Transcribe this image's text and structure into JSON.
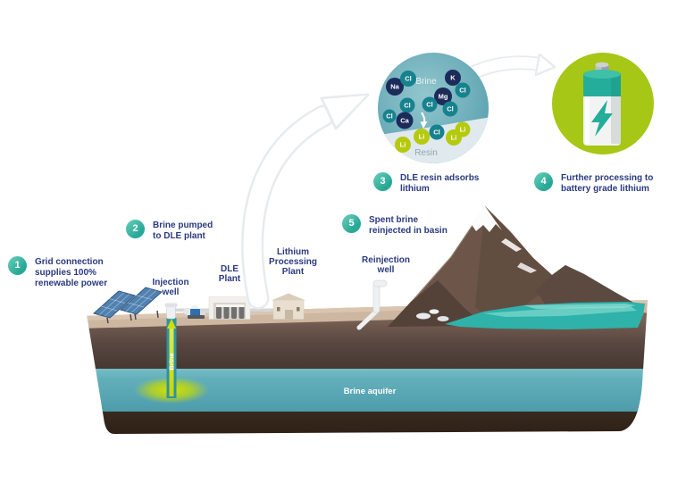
{
  "steps": [
    {
      "num": "1",
      "text": "Grid connection\nsupplies 100%\nrenewable power"
    },
    {
      "num": "2",
      "text": "Brine pumped\nto DLE plant"
    },
    {
      "num": "3",
      "text": "DLE resin adsorbs\nlithium"
    },
    {
      "num": "4",
      "text": "Further processing to\nbattery grade lithium"
    },
    {
      "num": "5",
      "text": "Spent brine\nreinjected in basin"
    }
  ],
  "site": {
    "injection_well": "Injection\nwell",
    "dle_plant": "DLE\nPlant",
    "processing_plant": "Lithium\nProcessing\nPlant",
    "reinjection_well": "Reinjection\nwell",
    "brine_aquifer": "Brine aquifer",
    "pipe_flow": "Brine"
  },
  "bubble": {
    "top_label": "Brine",
    "bottom_label": "Resin",
    "ions": [
      {
        "symbol": "Na",
        "type": "cation"
      },
      {
        "symbol": "Cl",
        "type": "anion"
      },
      {
        "symbol": "K",
        "type": "cation"
      },
      {
        "symbol": "Cl",
        "type": "anion"
      },
      {
        "symbol": "Mg",
        "type": "cation"
      },
      {
        "symbol": "Cl",
        "type": "anion"
      },
      {
        "symbol": "Cl",
        "type": "anion"
      },
      {
        "symbol": "Cl",
        "type": "anion"
      },
      {
        "symbol": "Cl",
        "type": "anion"
      },
      {
        "symbol": "Ca",
        "type": "cation"
      },
      {
        "symbol": "Li",
        "type": "lithium"
      },
      {
        "symbol": "Cl",
        "type": "anion"
      },
      {
        "symbol": "Li",
        "type": "lithium"
      },
      {
        "symbol": "Li",
        "type": "lithium"
      },
      {
        "symbol": "Li",
        "type": "lithium"
      }
    ]
  },
  "colors": {
    "label_text": "#2b3a80",
    "badge_teal": "#2aa897",
    "lithium_green": "#b5ca0c",
    "anion_teal": "#17828e",
    "cation_navy": "#1c2b5a",
    "battery_circle_green": "#a6c716",
    "battery_accent_teal": "#24ae9a",
    "aquifer_teal": "#5aacb8",
    "brine_glow": "#c8da00"
  }
}
